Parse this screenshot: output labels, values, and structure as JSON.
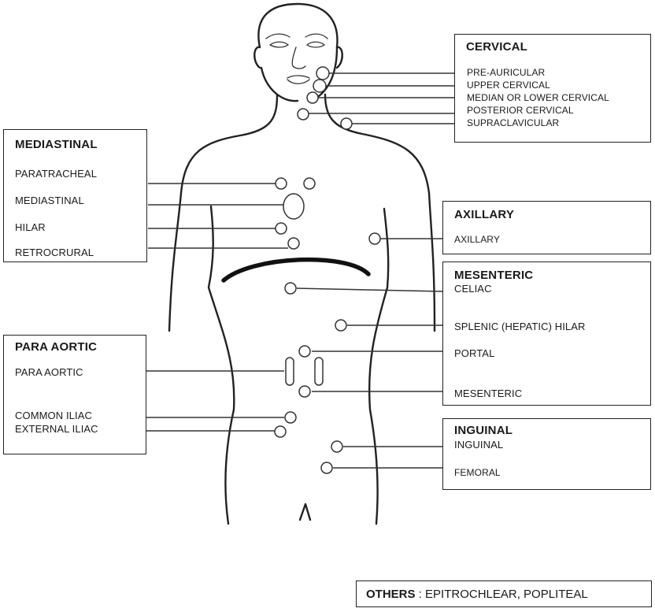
{
  "groups": {
    "cervical": {
      "title": "CERVICAL",
      "items": [
        "PRE-AURICULAR",
        "UPPER CERVICAL",
        "MEDIAN OR LOWER CERVICAL",
        "POSTERIOR CERVICAL",
        "SUPRACLAVICULAR"
      ]
    },
    "mediastinal": {
      "title": "MEDIASTINAL",
      "items": [
        "PARATRACHEAL",
        "MEDIASTINAL",
        "HILAR",
        "RETROCRURAL"
      ]
    },
    "axillary": {
      "title": "AXILLARY",
      "items": [
        "AXILLARY"
      ]
    },
    "mesenteric": {
      "title": "MESENTERIC",
      "items": [
        "CELIAC",
        "SPLENIC (HEPATIC) HILAR",
        "PORTAL",
        "MESENTERIC"
      ]
    },
    "para_aortic": {
      "title": "PARA AORTIC",
      "items": [
        "PARA AORTIC",
        "COMMON ILIAC",
        "EXTERNAL ILIAC"
      ]
    },
    "inguinal": {
      "title": "INGUINAL",
      "items": [
        "INGUINAL",
        "FEMORAL"
      ]
    }
  },
  "others": {
    "label": "OTHERS",
    "separator": " : ",
    "text": "EPITROCHLEAR, POPLITEAL"
  }
}
